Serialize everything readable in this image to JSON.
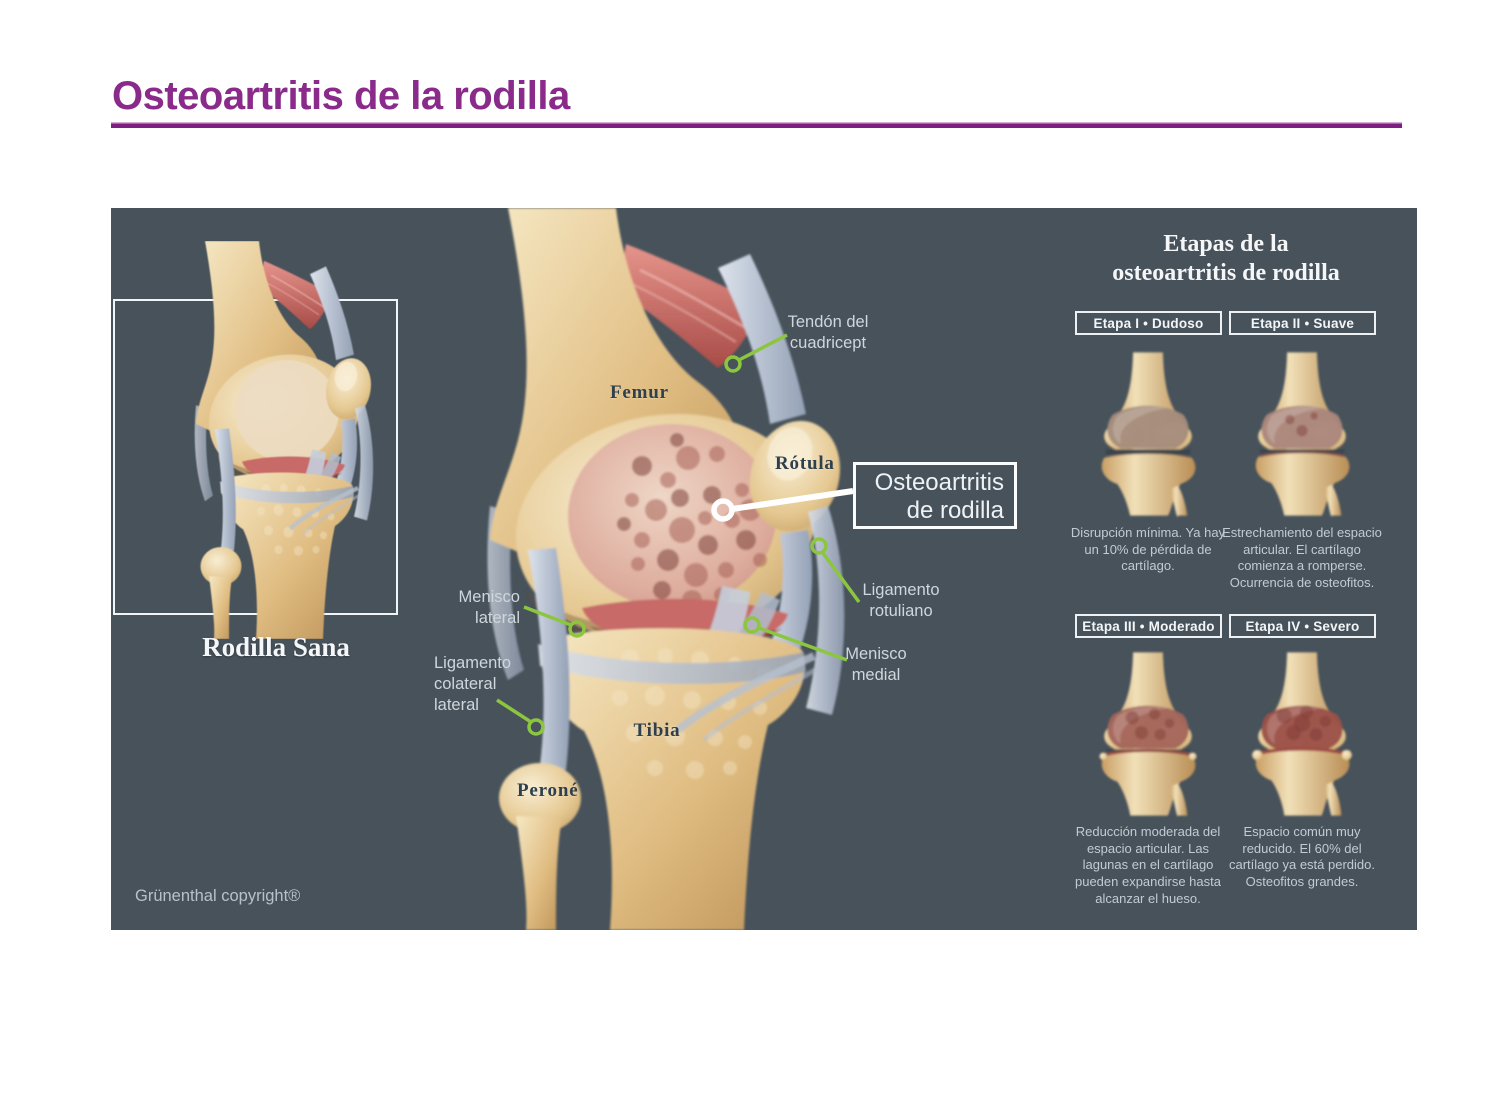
{
  "header": {
    "title": "Osteoartritis de la rodilla"
  },
  "panel": {
    "healthy_caption": "Rodilla Sana",
    "copyright": "Grünenthal copyright®"
  },
  "main_labels": {
    "tendon": [
      "Tendón del",
      "cuadricept"
    ],
    "femur": "Femur",
    "rotula": "Rótula",
    "callout": [
      "Osteoartritis",
      "de rodilla"
    ],
    "ligamento_rotuliano": [
      "Ligamento",
      "rotuliano"
    ],
    "menisco_lateral": [
      "Menisco",
      "lateral"
    ],
    "menisco_medial": [
      "Menisco",
      "medial"
    ],
    "ligamento_colateral": [
      "Ligamento",
      "colateral",
      "lateral"
    ],
    "tibia": "Tibia",
    "perone": "Peroné"
  },
  "stages_panel": {
    "heading": [
      "Etapas de la",
      "osteoartritis de rodilla"
    ],
    "stages": [
      {
        "label": "Etapa I • Dudoso",
        "description": "Disrupción mínima. Ya hay un 10% de pérdida de cartílago."
      },
      {
        "label": "Etapa II • Suave",
        "description": "Estrechamiento del espacio articular. El cartílago comienza a romperse. Ocurrencia de osteofitos."
      },
      {
        "label": "Etapa III • Moderado",
        "description": "Reducción moderada del espacio articular. Las lagunas en el cartílago pueden expandirse hasta alcanzar el hueso."
      },
      {
        "label": "Etapa IV • Severo",
        "description": "Espacio común muy reducido. El 60% del cartílago ya está perdido. Osteofitos grandes."
      }
    ]
  },
  "colors": {
    "accent_purple": "#8a2b8c",
    "rule_purple": "#7c1f80",
    "panel_bg": "#47525b",
    "leader_green": "#8cc63f",
    "label_light": "#cfd6dc",
    "bone_label_dark": "#2e3f4d"
  }
}
